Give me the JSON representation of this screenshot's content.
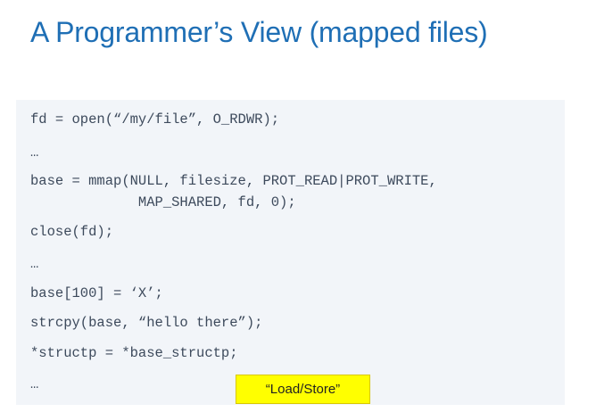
{
  "slide": {
    "title": "A Programmer’s View (mapped files)",
    "code_lines": [
      "fd = open(“/my/file”, O_RDWR);",
      "…",
      "base = mmap(NULL, filesize, PROT_READ|PROT_WRITE,",
      "             MAP_SHARED, fd, 0);",
      "close(fd);",
      "…",
      "base[100] = ‘X’;",
      "strcpy(base, “hello there”);",
      "*structp = *base_structp;",
      "…"
    ],
    "callout_text": "“Load/Store”"
  },
  "colors": {
    "title": "#1f6fb5",
    "code_text": "#3d4a5c",
    "code_panel_bg": "#f2f5f9",
    "callout_bg": "#ffff00"
  }
}
